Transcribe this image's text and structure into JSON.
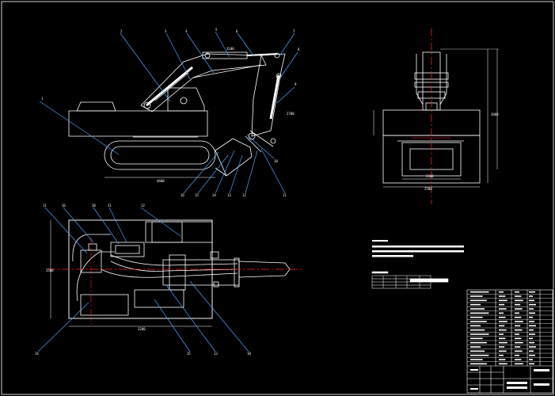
{
  "drawing": {
    "title": "",
    "colors": {
      "background": "#000000",
      "outline": "#ffffff",
      "leader": "#4aa3ff",
      "centerline": "#ff2020",
      "border": "#cfcfcf"
    },
    "side_view": {
      "callouts": [
        "1",
        "2",
        "3",
        "4",
        "5",
        "6",
        "7",
        "8",
        "9",
        "10",
        "11",
        "12",
        "13",
        "14",
        "15",
        "16"
      ],
      "dimensions": {
        "track_length": "4600",
        "boom_pin": "3100",
        "stick": "2700"
      }
    },
    "front_view": {
      "dimensions": {
        "height": "3000",
        "track_width": "2500",
        "gauge": "2300"
      }
    },
    "top_view": {
      "callouts": [
        "11",
        "16",
        "20",
        "21",
        "12",
        "14",
        "15",
        "13",
        "18"
      ],
      "dimensions": {
        "width": "2500",
        "length": "3200"
      }
    },
    "title_block": {
      "row_count": 18
    }
  }
}
